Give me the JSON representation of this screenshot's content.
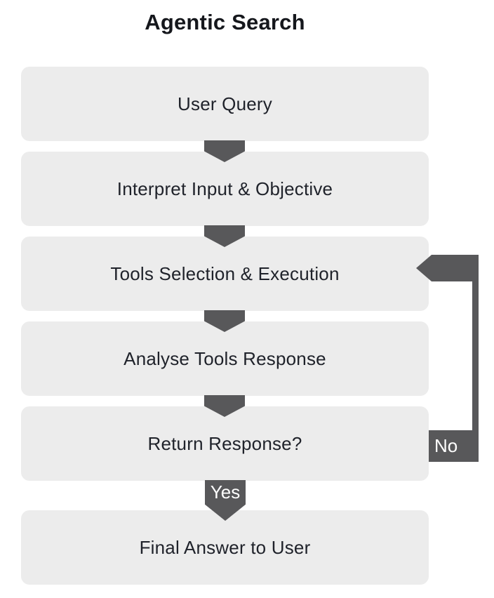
{
  "title": "Agentic Search",
  "flowchart": {
    "nodes": [
      {
        "id": "user-query",
        "label": "User Query"
      },
      {
        "id": "interpret-input-objective",
        "label": "Interpret Input & Objective"
      },
      {
        "id": "tools-selection-execution",
        "label": "Tools Selection & Execution"
      },
      {
        "id": "analyse-tools-response",
        "label": "Analyse Tools Response"
      },
      {
        "id": "return-response",
        "label": "Return Response?"
      },
      {
        "id": "final-answer-to-user",
        "label": "Final Answer to User"
      }
    ],
    "edges": [
      {
        "from": "user-query",
        "to": "interpret-input-objective",
        "label": ""
      },
      {
        "from": "interpret-input-objective",
        "to": "tools-selection-execution",
        "label": ""
      },
      {
        "from": "tools-selection-execution",
        "to": "analyse-tools-response",
        "label": ""
      },
      {
        "from": "analyse-tools-response",
        "to": "return-response",
        "label": ""
      },
      {
        "from": "return-response",
        "to": "final-answer-to-user",
        "label": "Yes"
      },
      {
        "from": "return-response",
        "to": "tools-selection-execution",
        "label": "No"
      }
    ],
    "yes_label": "Yes",
    "no_label": "No"
  },
  "colors": {
    "background": "#FFFFFF",
    "node_fill": "#ECECEC",
    "node_text": "#1F222A",
    "arrow": "#58585A",
    "edge_label_text": "#FFFFFF",
    "title_text": "#15171C"
  }
}
